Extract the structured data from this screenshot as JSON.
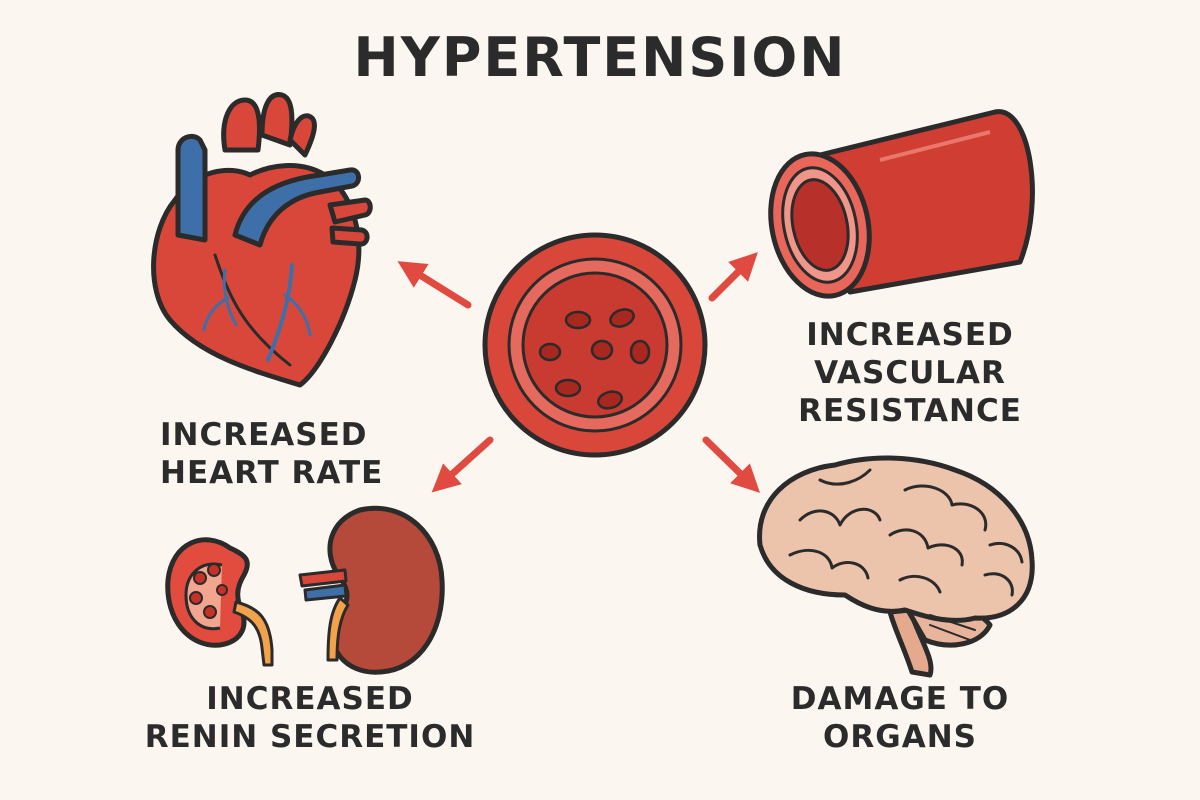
{
  "title": "HYPERTENSION",
  "captions": {
    "heart": {
      "line1": "INCREASED",
      "line2": "HEART RATE"
    },
    "vessel": {
      "line1": "INCREASED",
      "line2": "VASCULAR",
      "line3": "RESISTANCE"
    },
    "kidney": {
      "line1": "INCREASED",
      "line2": "RENIN SECRETION"
    },
    "brain": {
      "line1": "DAMAGE TO",
      "line2": "ORGANS"
    }
  },
  "icons": [
    "heart-icon",
    "blood-vessel-icon",
    "kidney-icon",
    "brain-icon",
    "blood-vessel-cross-section-icon"
  ],
  "colors": {
    "background": "#fbf6ef",
    "text": "#2b2b2b",
    "red": "#d9473a",
    "dark_red": "#b8302a",
    "blue": "#3f6fa8",
    "arrow": "#e04a40",
    "brain": "#ecc3ab",
    "outline": "#2b2b2b"
  }
}
